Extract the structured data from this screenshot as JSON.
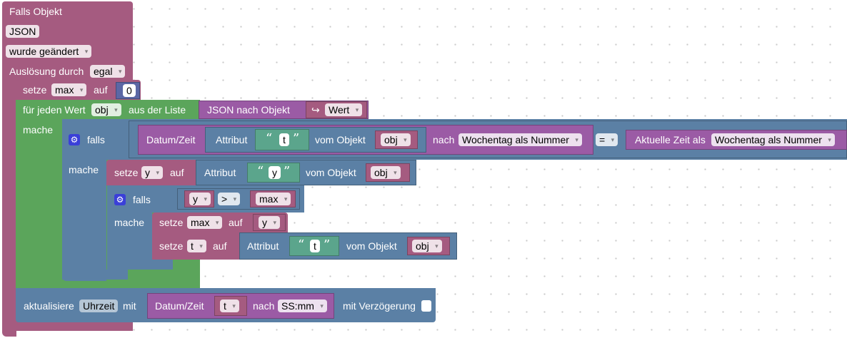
{
  "trigger": {
    "label_falls_objekt": "Falls Objekt",
    "object_id": "JSON",
    "change_mode": "wurde geändert",
    "trigger_by_label": "Auslösung durch",
    "trigger_by_value": "egal"
  },
  "set_max": {
    "label_setze": "setze",
    "var": "max",
    "label_auf": "auf",
    "value": "0"
  },
  "foreach": {
    "label_for_each": "für jeden Wert",
    "var": "obj",
    "label_from_list": "aus der Liste",
    "label_do": "mache",
    "json_to_obj": "JSON nach Objekt",
    "arrow_icon": "↪",
    "value_field": "Wert"
  },
  "if1": {
    "label_if": "falls",
    "label_do": "mache",
    "date_label": "Datum/Zeit",
    "attr_label": "Attribut",
    "attr_key": "t",
    "from_object_label": "vom Objekt",
    "obj": "obj",
    "to_label": "nach",
    "format": "Wochentag als Nummer",
    "operator": "=",
    "now_label": "Aktuelle Zeit als",
    "now_format": "Wochentag als Nummer"
  },
  "set_y": {
    "label_setze": "setze",
    "var": "y",
    "label_auf": "auf",
    "attr_label": "Attribut",
    "attr_key": "y",
    "from_object_label": "vom Objekt",
    "obj": "obj"
  },
  "if2": {
    "label_if": "falls",
    "label_do": "mache",
    "left": "y",
    "operator": ">",
    "right": "max"
  },
  "set_max2": {
    "label_setze": "setze",
    "var": "max",
    "label_auf": "auf",
    "value": "y"
  },
  "set_t": {
    "label_setze": "setze",
    "var": "t",
    "label_auf": "auf",
    "attr_label": "Attribut",
    "attr_key": "t",
    "from_object_label": "vom Objekt",
    "obj": "obj"
  },
  "update": {
    "label_update": "aktualisiere",
    "target": "Uhrzeit",
    "label_with": "mit",
    "date_label": "Datum/Zeit",
    "var": "t",
    "to_label": "nach",
    "format": "SS:mm",
    "delay_label": "mit Verzögerung"
  },
  "colors": {
    "event": "#a55b80",
    "loop": "#5ba55b",
    "logic": "#5b80a5",
    "date": "#9b5ba5",
    "text": "#5ba58c",
    "number": "#5b67a5"
  }
}
